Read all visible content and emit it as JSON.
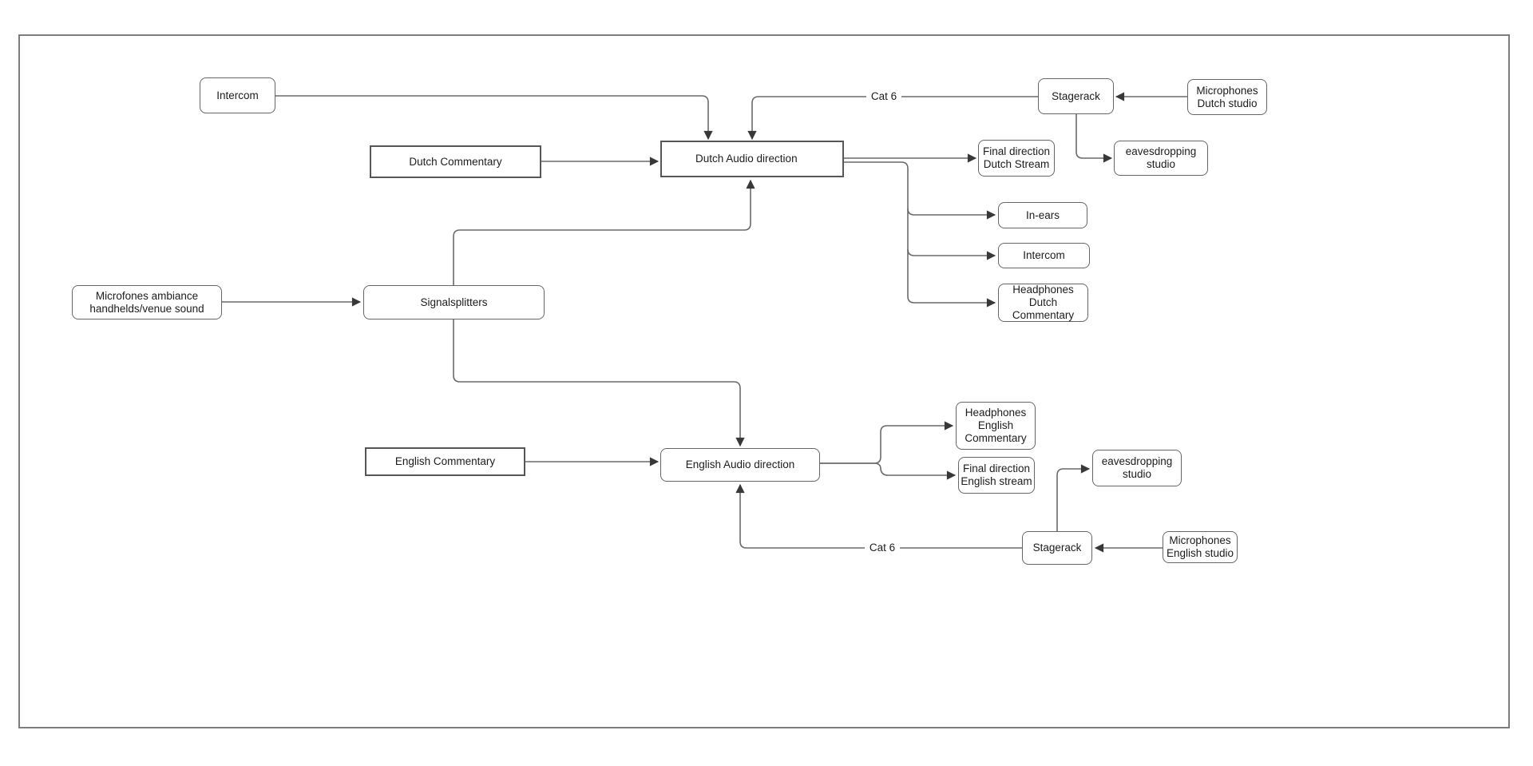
{
  "diagram": {
    "nodes": {
      "intercom_top": {
        "label": "Intercom"
      },
      "dutch_commentary": {
        "label": "Dutch Commentary"
      },
      "dutch_audio_direction": {
        "label": "Dutch Audio direction"
      },
      "stagerack_top": {
        "label": "Stagerack"
      },
      "microphones_dutch_studio": {
        "label": "Microphones\nDutch studio"
      },
      "eavesdropping_studio_top": {
        "label": "eavesdropping\nstudio"
      },
      "final_direction_dutch_stream": {
        "label": "Final direction\nDutch Stream"
      },
      "in_ears": {
        "label": "In-ears"
      },
      "intercom_right": {
        "label": "Intercom"
      },
      "headphones_dutch_commentary": {
        "label": "Headphones\nDutch\nCommentary"
      },
      "microfones_ambiance": {
        "label": "Microfones ambiance\nhandhelds/venue sound"
      },
      "signalsplitters": {
        "label": "Signalsplitters"
      },
      "english_commentary": {
        "label": "English Commentary"
      },
      "english_audio_direction": {
        "label": "English Audio direction"
      },
      "headphones_english_commentary": {
        "label": "Headphones\nEnglish\nCommentary"
      },
      "final_direction_english_stream": {
        "label": "Final direction\nEnglish stream"
      },
      "eavesdropping_studio_bottom": {
        "label": "eavesdropping\nstudio"
      },
      "stagerack_bottom": {
        "label": "Stagerack"
      },
      "microphones_english_studio": {
        "label": "Microphones\nEnglish studio"
      }
    },
    "edge_labels": {
      "cat6_top": "Cat 6",
      "cat6_bottom": "Cat 6"
    },
    "colors": {
      "node_fill": "#ffffff",
      "node_border_sharp": "#565656",
      "node_border_round": "#666666",
      "edge_stroke": "#6a6a6a",
      "arrowhead": "#383838",
      "canvas_border": "#7d7d7d",
      "text": "#1c1c1c"
    }
  }
}
